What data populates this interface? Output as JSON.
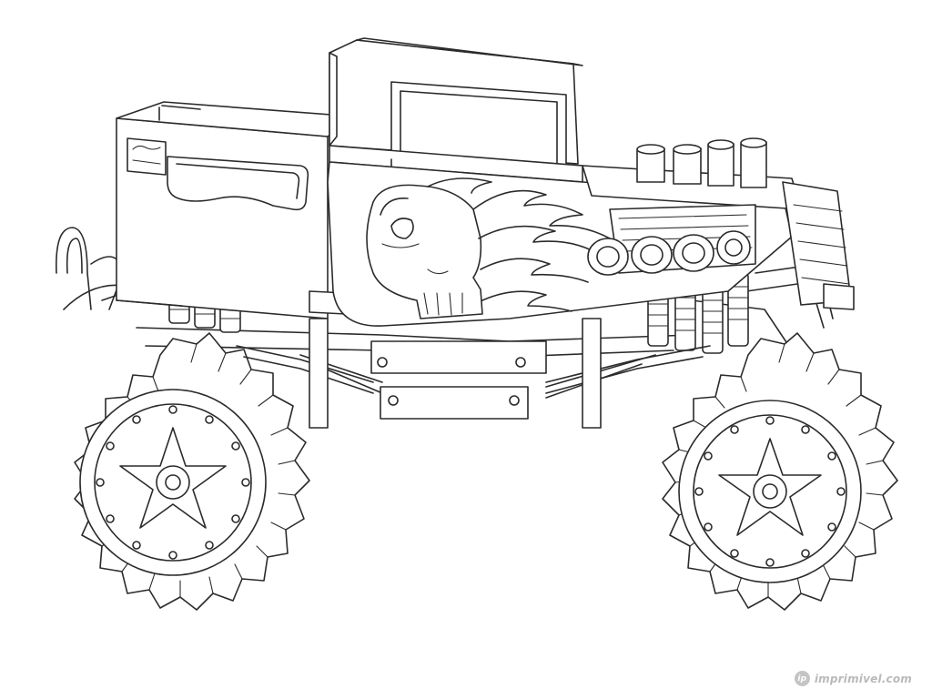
{
  "watermark": {
    "text": "imprimivel.com",
    "logo_text": "ip",
    "color": "#b9b9b9"
  },
  "drawing": {
    "subject": "monster-truck-line-art",
    "line_color": "#2b2b2b",
    "background": "#ffffff"
  }
}
